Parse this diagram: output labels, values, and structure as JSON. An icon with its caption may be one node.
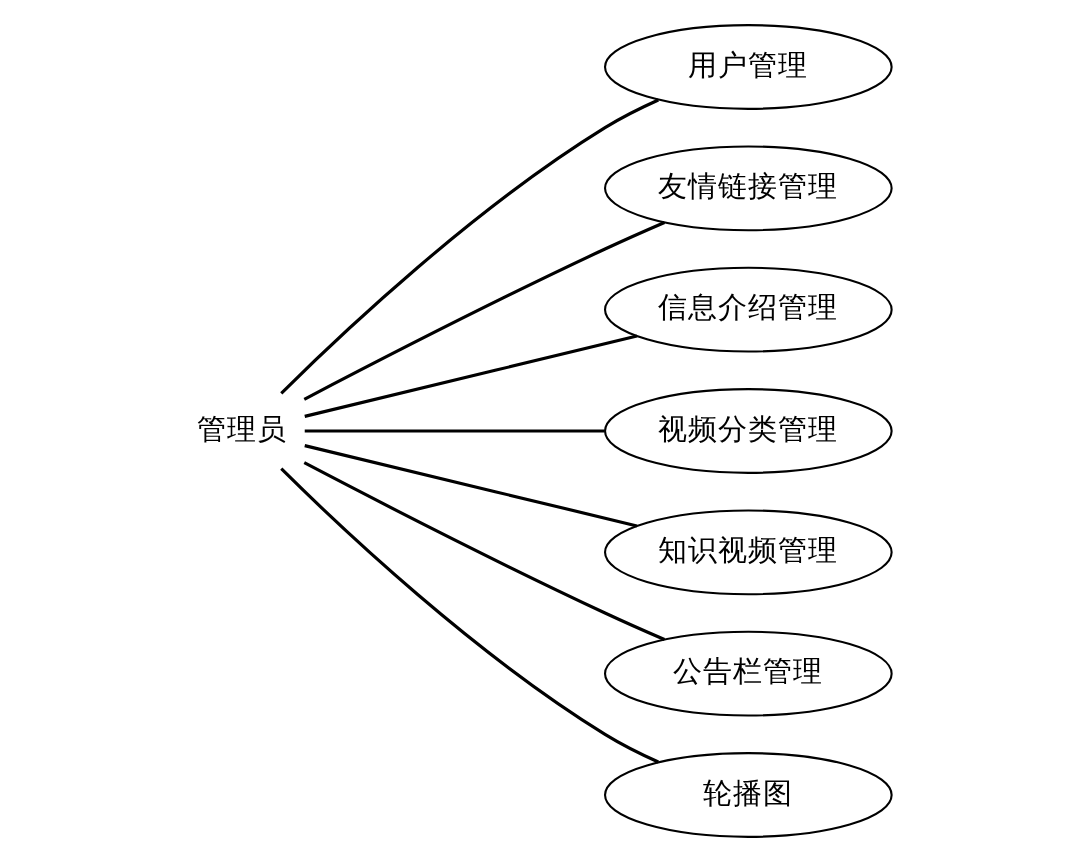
{
  "diagram": {
    "nodes": [
      {
        "text": [
          "管理员"
        ]
      },
      {
        "text": [
          "用户管理"
        ]
      },
      {
        "text": [
          "友情链接管理"
        ]
      },
      {
        "text": [
          "信息介绍管理"
        ]
      },
      {
        "text": [
          "视频分类管理"
        ]
      },
      {
        "text": [
          "知识视频管理"
        ]
      },
      {
        "text": [
          "公告栏管理"
        ]
      },
      {
        "text": [
          "轮播图"
        ]
      }
    ],
    "edges": [
      {
        "from": 0,
        "to": 1,
        "arrow": "none"
      },
      {
        "from": 0,
        "to": 2,
        "arrow": "none"
      },
      {
        "from": 0,
        "to": 3,
        "arrow": "none"
      },
      {
        "from": 0,
        "to": 4,
        "arrow": "none"
      },
      {
        "from": 0,
        "to": 5,
        "arrow": "none"
      },
      {
        "from": 0,
        "to": 6,
        "arrow": "none"
      },
      {
        "from": 0,
        "to": 7,
        "arrow": "none"
      }
    ]
  }
}
